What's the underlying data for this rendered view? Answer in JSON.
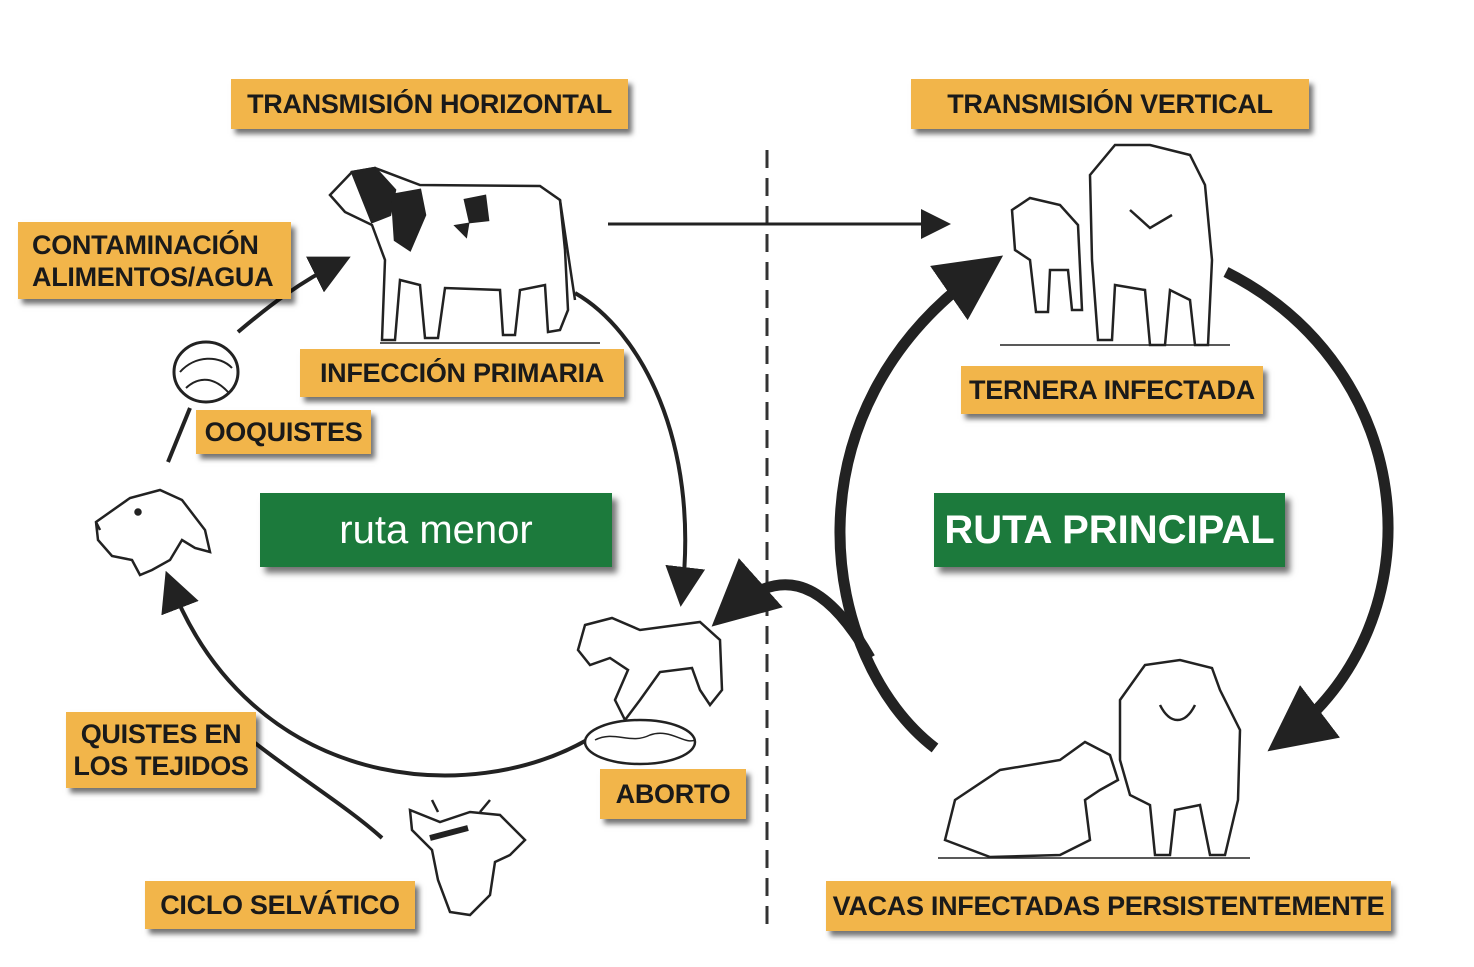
{
  "labels": {
    "horizontal": "TRANSMISIÓN HORIZONTAL",
    "vertical": "TRANSMISIÓN VERTICAL",
    "contamination_line1": "CONTAMINACIÓN",
    "contamination_line2": "ALIMENTOS/AGUA",
    "primary_infection": "INFECCIÓN PRIMARIA",
    "oocysts": "OOQUISTES",
    "tissue_cysts_line1": "QUISTES EN",
    "tissue_cysts_line2": "LOS TEJIDOS",
    "abortion": "ABORTO",
    "sylvatic_cycle": "CICLO SELVÁTICO",
    "infected_calf": "TERNERA INFECTADA",
    "persistent_cows": "VACAS INFECTADAS PERSISTENTEMENTE"
  },
  "routes": {
    "minor": "ruta menor",
    "main": "RUTA PRINCIPAL"
  },
  "colors": {
    "label_bg": "#f2b54a",
    "route_bg": "#1c7a3c",
    "arrow": "#222222"
  }
}
